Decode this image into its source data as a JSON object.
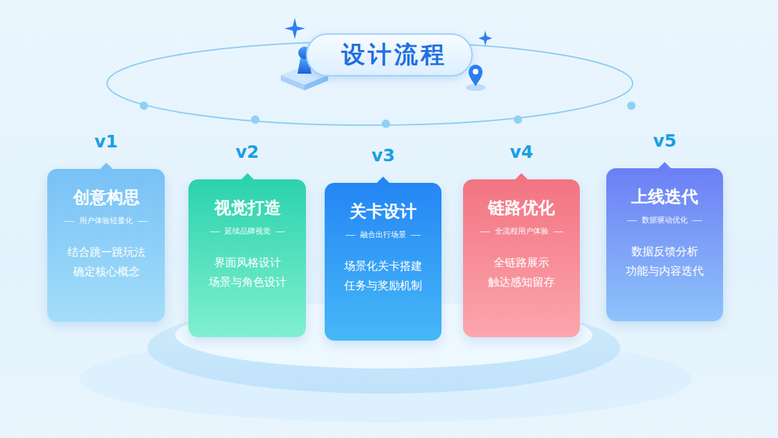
{
  "diagram": {
    "title": "设计流程",
    "nodes": [
      {
        "text": [
          "v1",
          "创意构思",
          "用户体验轻量化",
          "结合跳一跳玩法 确定核心概念"
        ]
      },
      {
        "text": [
          "v2",
          "视觉打造",
          "延续品牌视觉",
          "界面风格设计 场景与角色设计"
        ]
      },
      {
        "text": [
          "v3",
          "关卡设计",
          "融合出行场景",
          "场景化关卡搭建 任务与奖励机制"
        ]
      },
      {
        "text": [
          "v4",
          "链路优化",
          "全流程用户体验",
          "全链路展示 触达感知留存"
        ]
      },
      {
        "text": [
          "v5",
          "上线迭代",
          "数据驱动优化",
          "数据反馈分析 功能与内容迭代"
        ]
      }
    ]
  }
}
